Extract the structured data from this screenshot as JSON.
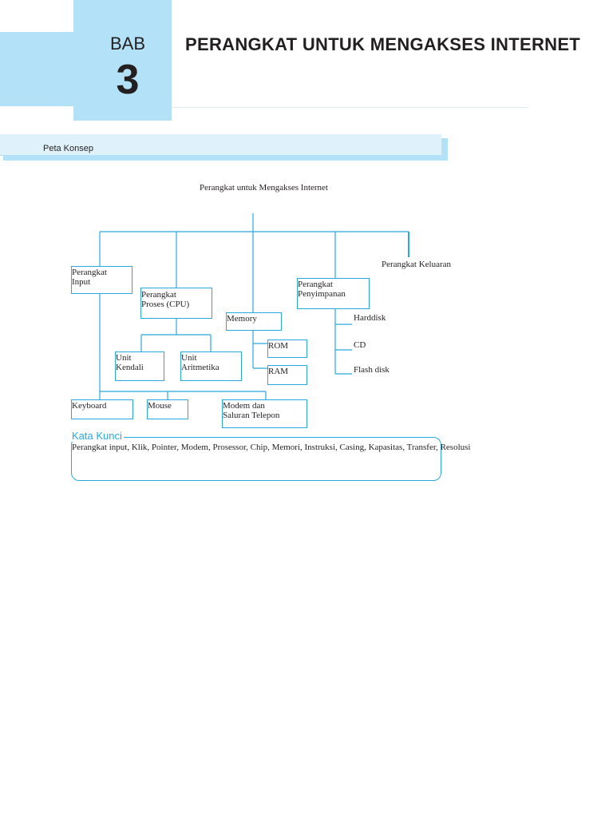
{
  "header": {
    "bab_label": "BAB",
    "bab_number": "3",
    "chapter_title": "PERANGKAT UNTUK MENGAKSES INTERNET"
  },
  "section": {
    "label": "Peta Konsep"
  },
  "diagram": {
    "root": "Perangkat untuk Mengakses Internet",
    "input": [
      "Perangkat",
      "Input"
    ],
    "proses": [
      "Perangkat",
      "Proses (CPU)"
    ],
    "memory": "Memory",
    "penyimpanan": [
      "Perangkat",
      "Penyimpanan"
    ],
    "keluaran": "Perangkat Keluaran",
    "unit_kendali": [
      "Unit",
      "Kendali"
    ],
    "unit_aritmetika": [
      "Unit",
      "Aritmetika"
    ],
    "rom": "ROM",
    "ram": "RAM",
    "harddisk": "Harddisk",
    "cd": "CD",
    "flash": "Flash disk",
    "keyboard": "Keyboard",
    "mouse": "Mouse",
    "modem": [
      "Modem dan",
      "Saluran Telepon"
    ]
  },
  "kata_kunci": {
    "title": "Kata Kunci",
    "text": "Perangkat input, Klik, Pointer, Modem, Prosessor, Chip, Memori, Instruksi, Casing, Kapasitas, Transfer, Resolusi"
  },
  "colors": {
    "accent": "#29a8df",
    "header_fill": "#b3e1f7",
    "bar_fill": "#dff2fb"
  }
}
